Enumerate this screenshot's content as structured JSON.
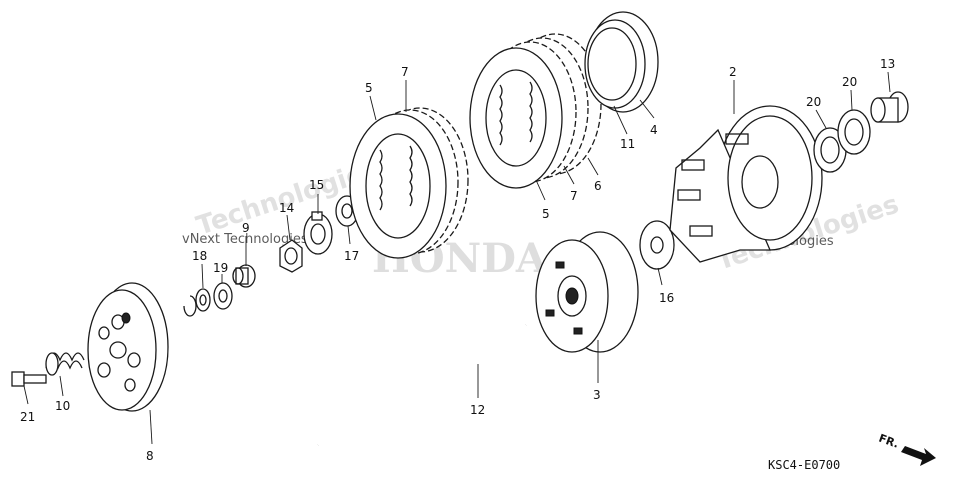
{
  "diagram": {
    "code": "KSC4-E0700",
    "direction_label": "FR.",
    "logo_text": "HONDA",
    "watermarks": [
      "vNext Technologies",
      "vNext Technologies",
      "Technologies",
      "Technologies"
    ],
    "callouts": [
      "2",
      "3",
      "4",
      "5",
      "5",
      "6",
      "7",
      "7",
      "8",
      "9",
      "10",
      "11",
      "12",
      "13",
      "14",
      "15",
      "16",
      "17",
      "18",
      "19",
      "20",
      "20",
      "21"
    ]
  }
}
